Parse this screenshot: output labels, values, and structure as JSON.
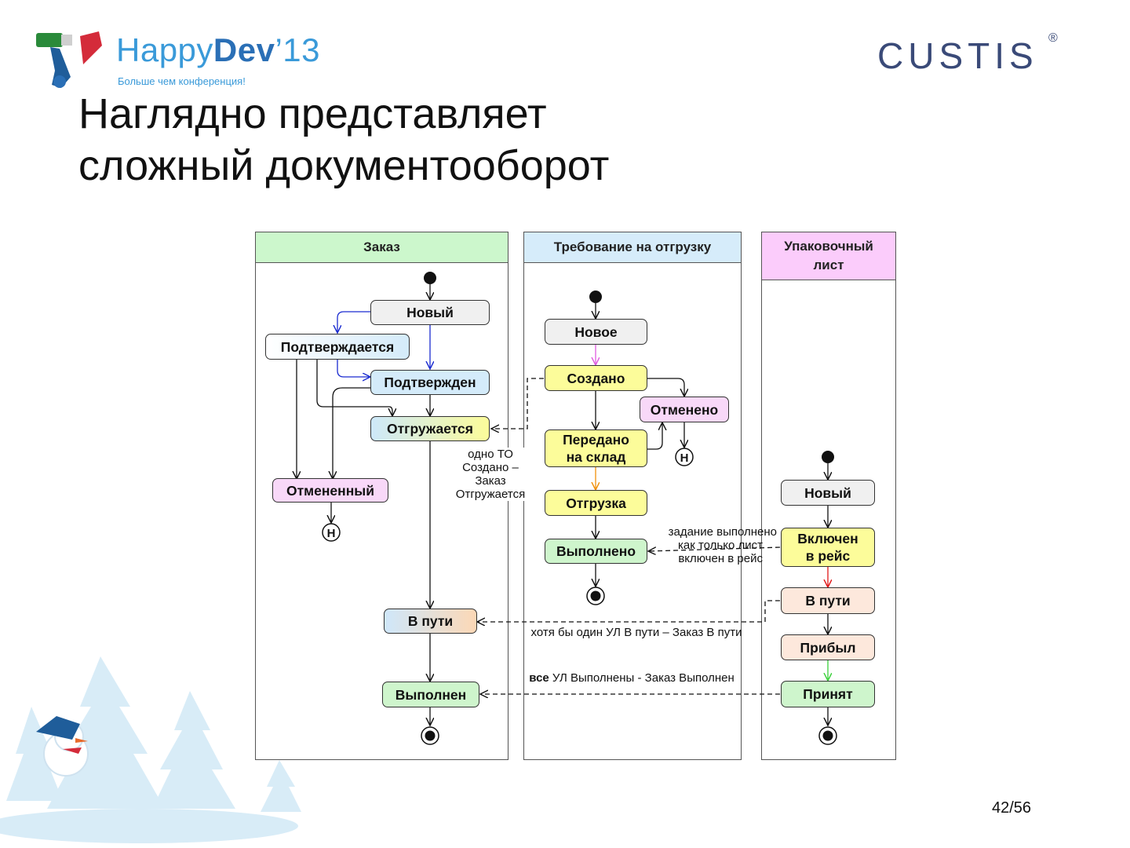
{
  "header": {
    "brand_left": "Happy",
    "brand_dev": "Dev",
    "brand_year": "’13",
    "tagline": "Больше чем конференция!",
    "brand_right": "CUSTIS",
    "registered": "®"
  },
  "title": {
    "line1": "Наглядно представляет",
    "line2": "сложный документооборот"
  },
  "page_number": "42/56",
  "lanes": {
    "order": "Заказ",
    "shipment": "Требование на отгрузку",
    "packing_line1": "Упаковочный",
    "packing_line2": "лист"
  },
  "order_states": {
    "new": "Новый",
    "confirming": "Подтверждается",
    "confirmed": "Подтвержден",
    "shipping": "Отгружается",
    "cancelled": "Отмененный",
    "in_transit": "В пути",
    "done": "Выполнен",
    "history": "H"
  },
  "shipment_states": {
    "new": "Новое",
    "created": "Создано",
    "cancelled": "Отменено",
    "to_warehouse_line1": "Передано",
    "to_warehouse_line2": "на склад",
    "shipping": "Отгрузка",
    "done": "Выполнено",
    "history": "H"
  },
  "packing_states": {
    "new": "Новый",
    "in_trip_line1": "Включен",
    "in_trip_line2": "в рейс",
    "in_transit": "В пути",
    "arrived": "Прибыл",
    "accepted": "Принят"
  },
  "notes": {
    "one_to_line1": "одно ТО",
    "one_to_line2": "Создано –",
    "one_to_line3": "Заказ",
    "one_to_line4": "Отгружается",
    "task_done_line1": "задание выполнено",
    "task_done_line2": "как только лист",
    "task_done_line3": "включен в рейс",
    "at_least_one": "хотя бы один УЛ В пути – Заказ В пути",
    "all_done_bold": "все",
    "all_done_rest": " УЛ Выполнены - Заказ Выполнен"
  },
  "colors": {
    "lane_order": "#ccf7cc",
    "lane_shipment": "#d6ecfa",
    "lane_packing": "#fbccfb",
    "state_neutral": "#f0f0f0",
    "state_yellow": "#fcfc9a",
    "state_pink": "#f8d8f8",
    "state_blue": "#d4ebfa",
    "state_green": "#cef5cc",
    "state_peach": "#fde8dc"
  }
}
